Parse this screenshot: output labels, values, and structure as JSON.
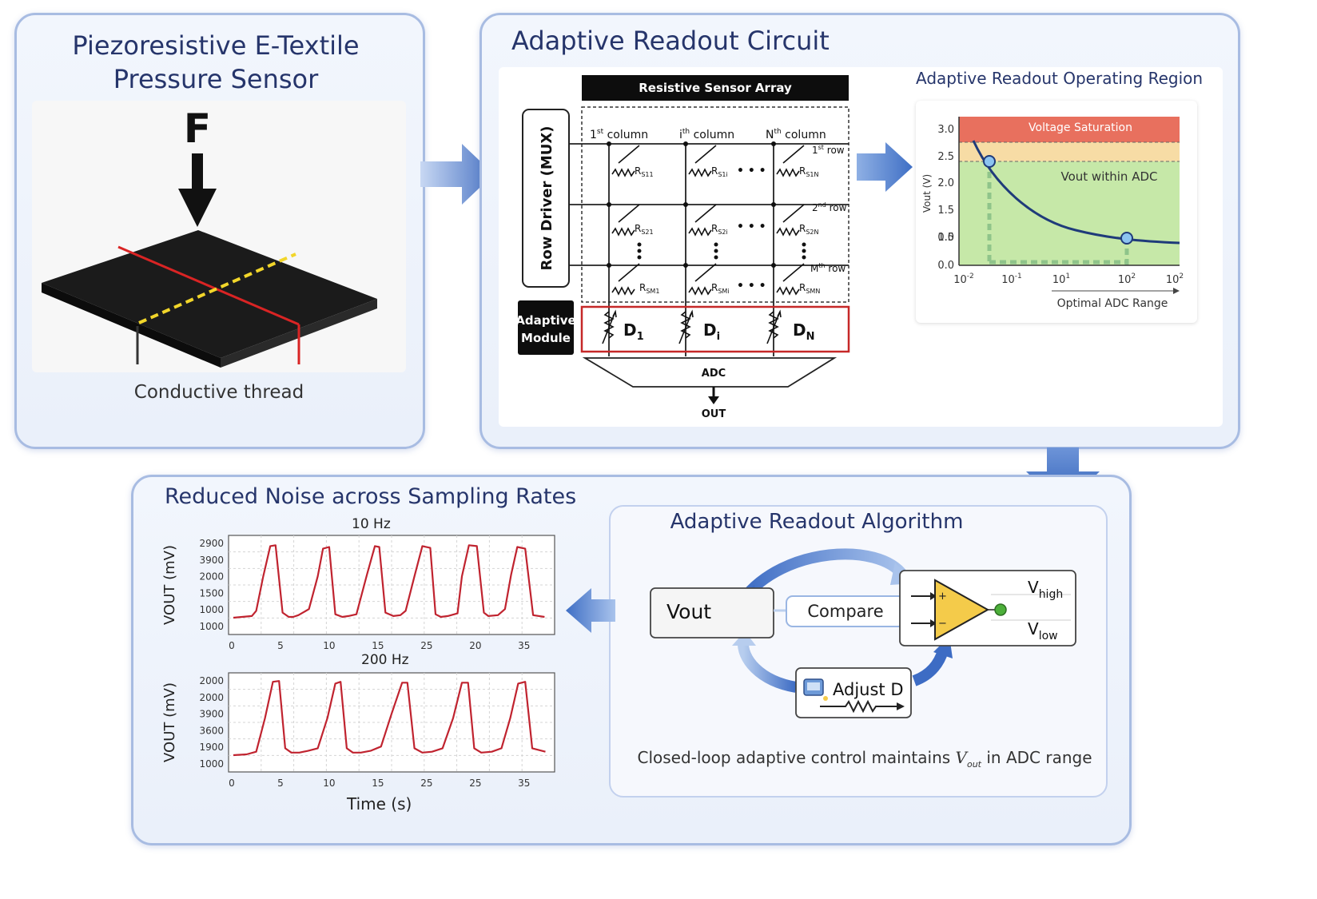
{
  "sensor_panel": {
    "title_line1": "Piezoresistive E-Textile",
    "title_line2": "Pressure Sensor",
    "force_label": "F",
    "caption": "Conductive thread"
  },
  "circuit_panel": {
    "title": "Adaptive Readout Circuit",
    "array_header": "Resistive Sensor Array",
    "row_driver": "Row Driver (MUX)",
    "columns": {
      "first": "1",
      "first_sup": "st",
      "ith": "i",
      "ith_sup": "th",
      "nth": "N",
      "nth_sup": "th",
      "word": "column"
    },
    "rows": {
      "r1": "1",
      "r1_sup": "st",
      "r2": "2",
      "r2_sup": "nd",
      "rm": "M",
      "rm_sup": "th",
      "word": "row"
    },
    "resistors": [
      "R",
      "S11",
      "R",
      "S1i",
      "R",
      "S1N",
      "R",
      "S21",
      "R",
      "S2i",
      "R",
      "S2N",
      "R",
      "SM1",
      "R",
      "SMi",
      "R",
      "SMN"
    ],
    "ellipsis": "• • •",
    "adaptive_module_line1": "Adaptive",
    "adaptive_module_line2": "Module",
    "d_labels": [
      {
        "main": "D",
        "sub": "1"
      },
      {
        "main": "D",
        "sub": "i"
      },
      {
        "main": "D",
        "sub": "N"
      }
    ],
    "adc": "ADC",
    "out": "OUT"
  },
  "region_chart": {
    "title": "Adaptive Readout Operating Region",
    "saturation_label": "Voltage Saturation",
    "within_label": "Vout within ADC",
    "ylabel": "Vout (V)",
    "xlabel": "Optimal ADC Range",
    "yticks": [
      "0.0",
      "0.5",
      "1.0",
      "1.5",
      "2.0",
      "2.5",
      "3.0"
    ],
    "xticks": [
      {
        "b": "10",
        "e": "-2"
      },
      {
        "b": "10",
        "e": "-1"
      },
      {
        "b": "10",
        "e": "1"
      },
      {
        "b": "10",
        "e": "2"
      },
      {
        "b": "10",
        "e": "2"
      }
    ]
  },
  "algorithm_panel": {
    "title": "Adaptive Readout Algorithm",
    "vout": "Vout",
    "compare": "Compare",
    "adjust": "Adjust D",
    "vhigh_main": "V",
    "vhigh_sub": "high",
    "vlow_main": "V",
    "vlow_sub": "low",
    "plus": "+",
    "minus": "−",
    "caption_pre": "Closed-loop adaptive control maintains ",
    "caption_v": "V",
    "caption_sub": "out",
    "caption_post": " in ADC range"
  },
  "noise_panel": {
    "title": "Reduced Noise across Sampling Rates"
  },
  "chart_data": [
    {
      "type": "line",
      "title": "10 Hz",
      "ylabel": "VOUT (mV)",
      "xlabel": "",
      "xticks": [
        "0",
        "5",
        "10",
        "15",
        "25",
        "20",
        "35"
      ],
      "yticks": [
        "1000",
        "1000",
        "1500",
        "2000",
        "3900",
        "2900"
      ],
      "series": [
        {
          "values_description_free": true,
          "x": [
            0,
            2.1,
            2.6,
            3.4,
            4.2,
            4.8,
            5.6,
            6.3,
            6.8,
            7.4,
            8.6,
            9.6,
            10.2,
            10.9,
            11.6,
            12.4,
            13.1,
            14.0,
            15.2,
            16.1,
            16.6,
            17.3,
            18.2,
            19.0,
            19.6,
            20.6,
            21.5,
            22.4,
            23.0,
            23.6,
            24.4,
            25.5,
            26.0,
            26.8,
            27.7,
            28.5,
            29.0,
            30.1,
            30.9,
            31.6,
            32.3,
            33.2,
            34.1,
            35.4
          ],
          "y": [
            0.12,
            0.14,
            0.2,
            0.6,
            0.95,
            0.96,
            0.18,
            0.13,
            0.13,
            0.15,
            0.22,
            0.6,
            0.92,
            0.94,
            0.16,
            0.13,
            0.14,
            0.16,
            0.62,
            0.95,
            0.94,
            0.18,
            0.14,
            0.15,
            0.2,
            0.6,
            0.95,
            0.93,
            0.16,
            0.13,
            0.14,
            0.17,
            0.6,
            0.96,
            0.95,
            0.18,
            0.14,
            0.15,
            0.22,
            0.62,
            0.94,
            0.92,
            0.15,
            0.13
          ]
        }
      ]
    },
    {
      "type": "line",
      "title": "200 Hz",
      "ylabel": "VOUT (mV)",
      "xlabel": "Time (s)",
      "xticks": [
        "0",
        "5",
        "10",
        "15",
        "25",
        "25",
        "35"
      ],
      "yticks": [
        "1000",
        "1900",
        "3600",
        "3900",
        "2000",
        "2000"
      ],
      "series": [
        {
          "x": [
            0,
            1.5,
            2.6,
            3.6,
            4.5,
            5.2,
            5.9,
            6.6,
            7.5,
            8.5,
            9.6,
            10.7,
            11.6,
            12.2,
            12.9,
            13.6,
            14.5,
            15.6,
            16.8,
            18.0,
            19.2,
            19.8,
            20.6,
            21.5,
            22.6,
            23.8,
            25.0,
            26.0,
            26.7,
            27.4,
            28.2,
            29.4,
            30.5,
            31.5,
            32.4,
            33.2,
            34.0,
            35.5
          ],
          "y": [
            0.12,
            0.13,
            0.16,
            0.55,
            0.97,
            0.98,
            0.2,
            0.15,
            0.15,
            0.17,
            0.2,
            0.55,
            0.95,
            0.97,
            0.2,
            0.15,
            0.15,
            0.17,
            0.22,
            0.6,
            0.96,
            0.96,
            0.2,
            0.15,
            0.16,
            0.2,
            0.55,
            0.96,
            0.96,
            0.2,
            0.15,
            0.16,
            0.2,
            0.55,
            0.95,
            0.97,
            0.2,
            0.16
          ]
        }
      ]
    }
  ]
}
